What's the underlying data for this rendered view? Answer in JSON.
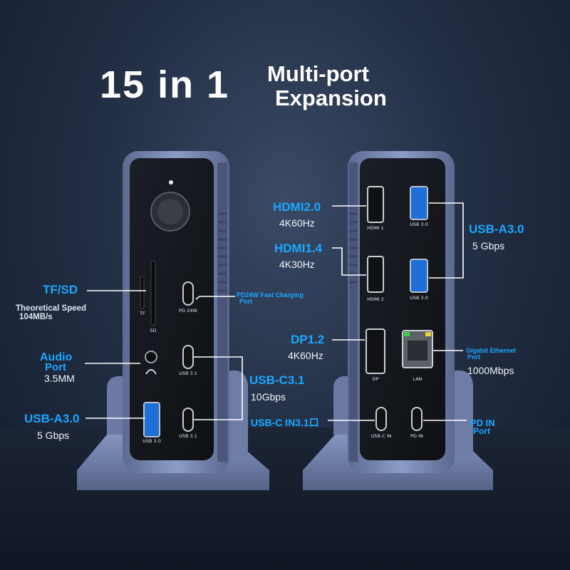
{
  "title": {
    "big": "15 in 1",
    "line1": "Multi-port",
    "line2": "Expansion"
  },
  "left_labels": {
    "tf_sd": "TF/SD",
    "theoretical": "Theoretical Speed",
    "speed": "104MB/s",
    "audio_1": "Audio",
    "audio_2": "Port",
    "audio_sub": "3.5MM",
    "usba_title": "USB-A3.0",
    "usba_sub": "5 Gbps",
    "pd24_1": "PD24W Fast Charging",
    "pd24_2": "Port",
    "usbc_title": "USB-C3.1",
    "usbc_sub": "10Gbps"
  },
  "right_labels": {
    "hdmi20": "HDMI2.0",
    "hdmi20_sub": "4K60Hz",
    "hdmi14": "HDMI1.4",
    "hdmi14_sub": "4K30Hz",
    "dp": "DP1.2",
    "dp_sub": "4K60Hz",
    "usba_title": "USB-A3.0",
    "usba_sub": "5 Gbps",
    "eth_1": "Gigabit Ethernet",
    "eth_2": "Port",
    "eth_sub": "1000Mbps",
    "usbc_in": "USB-C IN3.1口",
    "pd_in_1": "PD IN",
    "pd_in_2": "Port"
  },
  "port_labels": {
    "tf": "TF",
    "sd": "SD",
    "pd24w": "PD 24W",
    "usb31a": "USB 3.1",
    "usb31b": "USB 3.1",
    "usb30_left": "USB 3.0",
    "hdmi1": "HDMI 1",
    "hdmi2": "HDMI 2",
    "dp": "DP",
    "usb30_r1": "USB 3.0",
    "usb30_r2": "USB 3.0",
    "lan": "LAN",
    "usbc_in": "USB-C IN",
    "pd_in": "PD IN"
  },
  "colors": {
    "accent": "#1aa7ff",
    "body": "#7f8fb8",
    "panel": "#15181d"
  }
}
